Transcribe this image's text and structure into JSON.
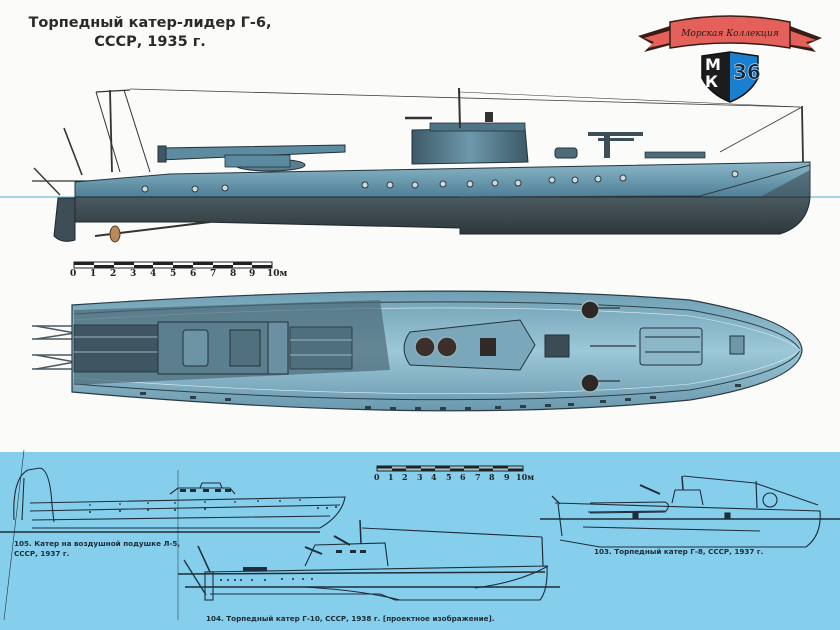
{
  "title": {
    "line1": "Торпедный катер-лидер Г-6,",
    "line2": "СССР, 1935 г."
  },
  "logo": {
    "banner_text": "Морская Коллекция",
    "letters_left": [
      "М",
      "К"
    ],
    "issue_number": "36",
    "colors": {
      "banner": "#e4605a",
      "shield_left": "#1c1c1c",
      "shield_right": "#1b7fd0"
    }
  },
  "main_scale": {
    "ticks": [
      "0",
      "1",
      "2",
      "3",
      "4",
      "5",
      "6",
      "7",
      "8",
      "9",
      "10м"
    ]
  },
  "secondary_scale": {
    "ticks": [
      "0",
      "1",
      "2",
      "3",
      "4",
      "5",
      "6",
      "7",
      "8",
      "9",
      "10м"
    ]
  },
  "captions": {
    "c105_line1": "105. Катер на воздушной подушке Л-5,",
    "c105_line2": "СССР, 1937 г.",
    "c103": "103. Торпедный катер Г-8, СССР, 1937 г.",
    "c104": "104. Торпедный катер Г-10, СССР, 1938 г. [проектное изображение]."
  },
  "colors": {
    "background": "#fbfbf9",
    "lower_band": "#86cfec",
    "hull_upper": "#5e8fa6",
    "hull_lower": "#3f4a4f",
    "deck": "#7fb2c6",
    "line_art": "#1f2d3a"
  }
}
